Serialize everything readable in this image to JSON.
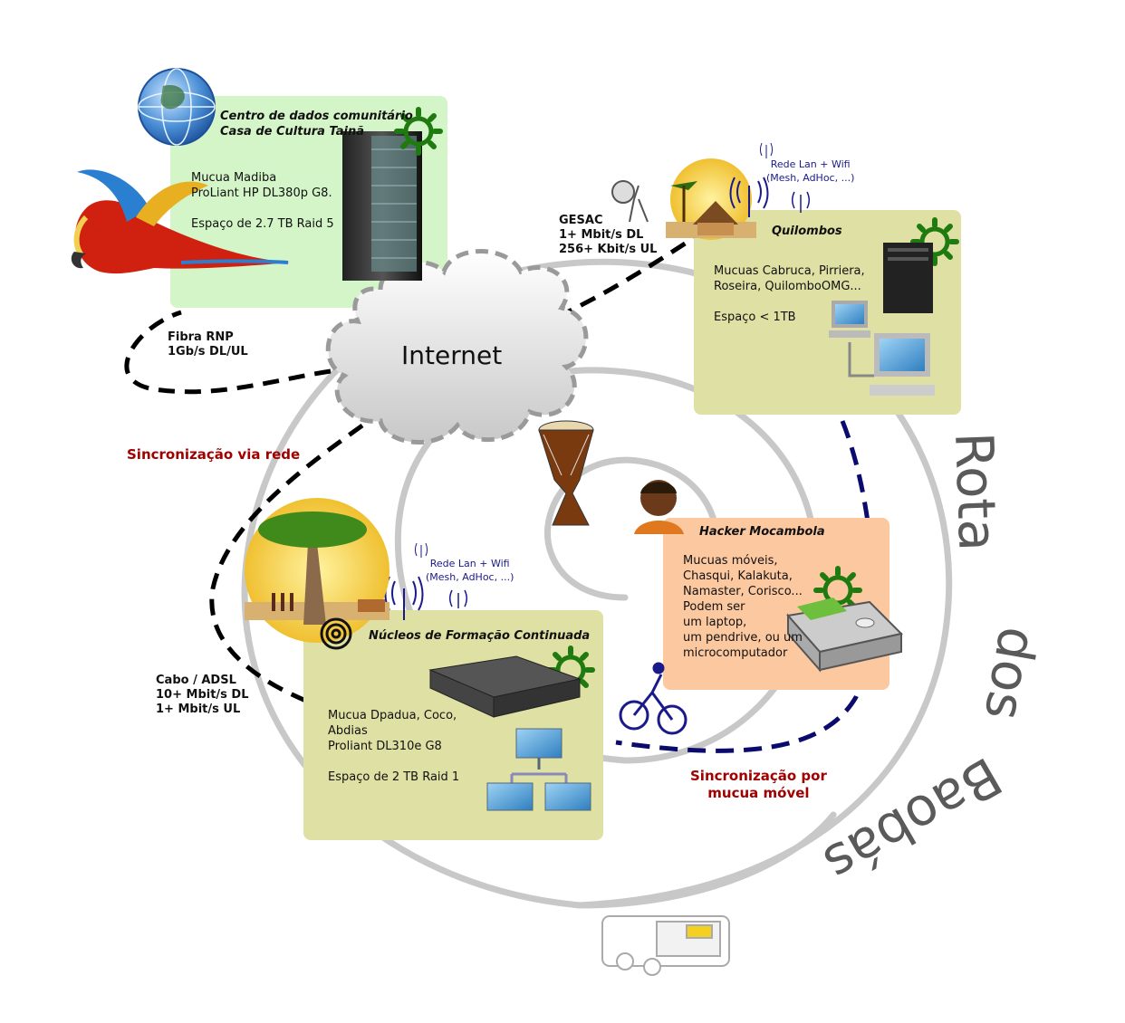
{
  "center_box": {
    "title": "Centro de dados comunitário\nCasa de Cultura Tainã",
    "body": "Mucua Madiba\nProLiant HP DL380p G8.\n\nEspaço de 2.7 TB Raid 5"
  },
  "quilombos_box": {
    "title": "Quilombos",
    "body": "Mucuas Cabruca, Pirriera,\nRoseira, QuilomboOMG...\n\nEspaço < 1TB"
  },
  "nucleos_box": {
    "title": "Núcleos de Formação Continuada",
    "body": "Mucua Dpadua, Coco,\nAbdias\nProliant DL310e G8\n\nEspaço de 2 TB Raid 1"
  },
  "hacker_box": {
    "title": "Hacker Mocambola",
    "body": "Mucuas móveis,\nChasqui, Kalakuta,\nNamaster, Corisco...\nPodem ser\num laptop,\num pendrive, ou um\nmicrocomputador"
  },
  "internet_label": "Internet",
  "links": {
    "fibra": "Fibra RNP\n1Gb/s DL/UL",
    "gesac": "GESAC\n1+ Mbit/s DL\n256+ Kbit/s UL",
    "cabo": "Cabo / ADSL\n10+ Mbit/s DL\n1+ Mbit/s UL"
  },
  "wifi_label_top": "Rede Lan + Wifi\n(Mesh, AdHoc, ...)",
  "wifi_label_bottom": "Rede Lan + Wifi\n(Mesh, AdHoc, ...)",
  "sync_network": "Sincronização via rede",
  "sync_mobile": "Sincronização por\nmucua móvel",
  "spiral_text": "Rota dos Baobás",
  "colors": {
    "green_box": "#d4f5c8",
    "olive_box": "#dfe0a4",
    "orange_box": "#fcc8a0",
    "sync_red": "#a00000",
    "mobile_line": "#0b0b6e",
    "gear_green": "#1f7a10",
    "spiral_gray": "#c8c8c8",
    "wifi_text": "#1a1a8a"
  }
}
